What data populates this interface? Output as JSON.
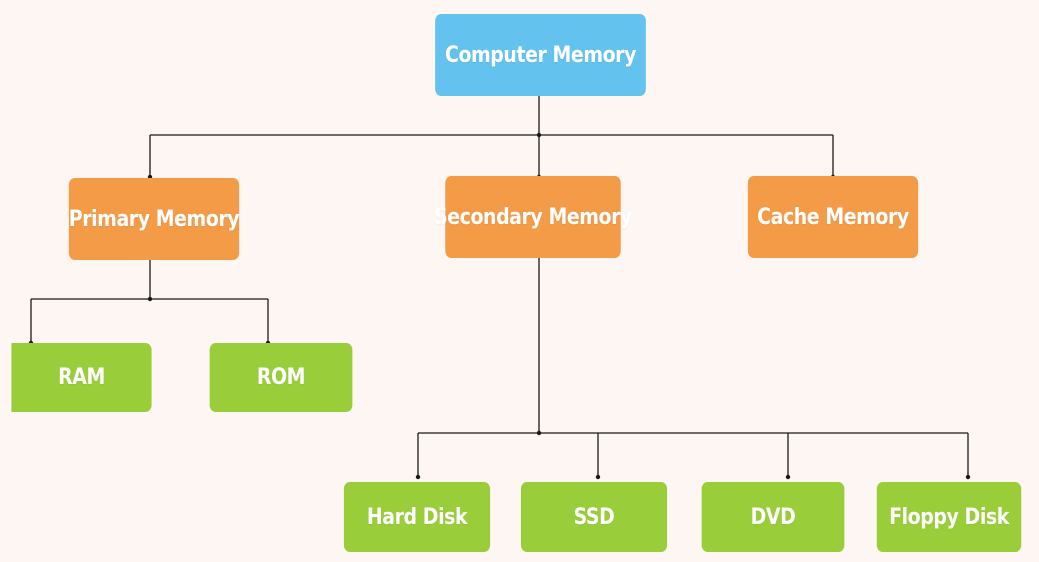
{
  "colors": {
    "background": "#fdf6f3",
    "root": "#63c2ee",
    "category": "#f49b48",
    "leaf": "#99ce3a",
    "connector": "#1a1a1a"
  },
  "root": {
    "label": "Computer Memory"
  },
  "categories": [
    {
      "label": "Primary Memory"
    },
    {
      "label": "Secondary Memory"
    },
    {
      "label": "Cache Memory"
    }
  ],
  "primary_children": [
    {
      "label": "RAM"
    },
    {
      "label": "ROM"
    }
  ],
  "secondary_children": [
    {
      "label": "Hard Disk"
    },
    {
      "label": "SSD"
    },
    {
      "label": "DVD"
    },
    {
      "label": "Floppy Disk"
    }
  ]
}
